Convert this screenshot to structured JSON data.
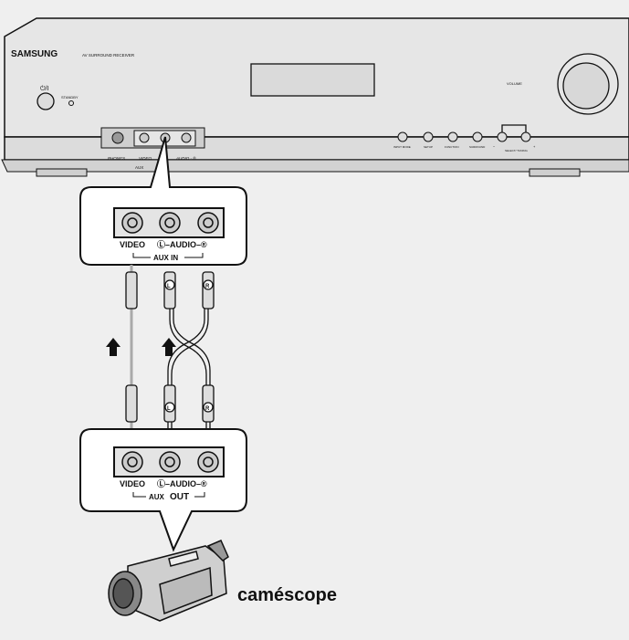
{
  "receiver": {
    "brand": "SAMSUNG",
    "model": "AV SURROUND RECEIVER",
    "power_label": "⏻/I",
    "standby_label": "STANDBY",
    "volume_label": "VOLUME",
    "phones_label": "PHONES",
    "front_video_label": "VIDEO",
    "front_audio_label": "AUDIO - ®",
    "front_aux_label": "AUX",
    "buttons": [
      "INPUT MODE",
      "SETUP",
      "FUNCTION",
      "SURROUND"
    ],
    "select_label": "SELECT/ TUNING",
    "minus_label": "−",
    "plus_label": "+"
  },
  "aux_in": {
    "video": "VIDEO",
    "audio": "Ⓛ–AUDIO–®",
    "group": "AUX IN"
  },
  "aux_out": {
    "video": "VIDEO",
    "audio": "Ⓛ–AUDIO–®",
    "group_prefix": "AUX",
    "group_bold": "OUT"
  },
  "plug_left": "L",
  "plug_right": "R",
  "device_label": "caméscope",
  "colors": {
    "background": "#efefef",
    "line": "#111111",
    "panel": "#e4e4e4"
  }
}
